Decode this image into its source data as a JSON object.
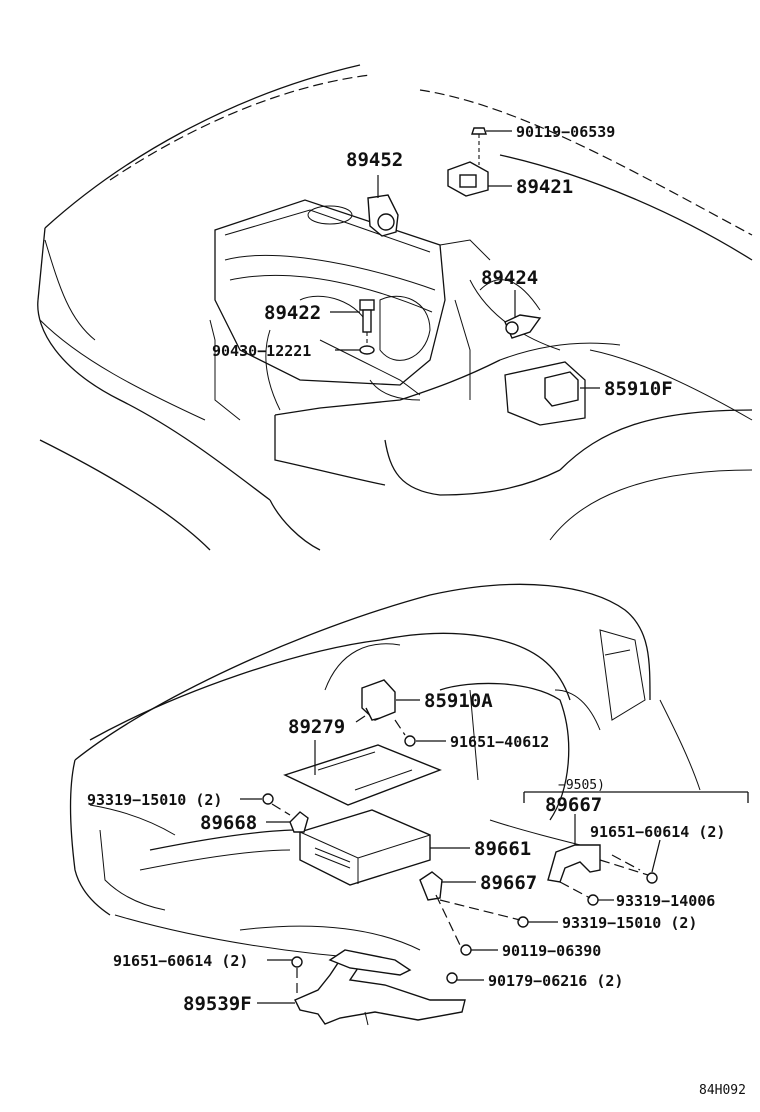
{
  "labels": {
    "p89452": "89452",
    "p90119_06539": "90119−06539",
    "p89421": "89421",
    "p89424": "89424",
    "p89422": "89422",
    "p90430_12221": "90430−12221",
    "p85910F": "85910F",
    "p85910A": "85910A",
    "p89279": "89279",
    "p91651_40612": "91651−40612",
    "p93319_15010_a": "93319−15010 (2)",
    "p89668": "89668",
    "p89661": "89661",
    "p89667_a": "89667",
    "p89667_b": "89667",
    "range_note": "−9505)",
    "p91651_60614_a": "91651−60614 (2)",
    "p93319_14006": "93319−14006",
    "p93319_15010_b": "93319−15010 (2)",
    "p90119_06390": "90119−06390",
    "p91651_60614_b": "91651−60614 (2)",
    "p90179_06216": "90179−06216 (2)",
    "p89539F": "89539F",
    "figure_code": "84H092"
  }
}
